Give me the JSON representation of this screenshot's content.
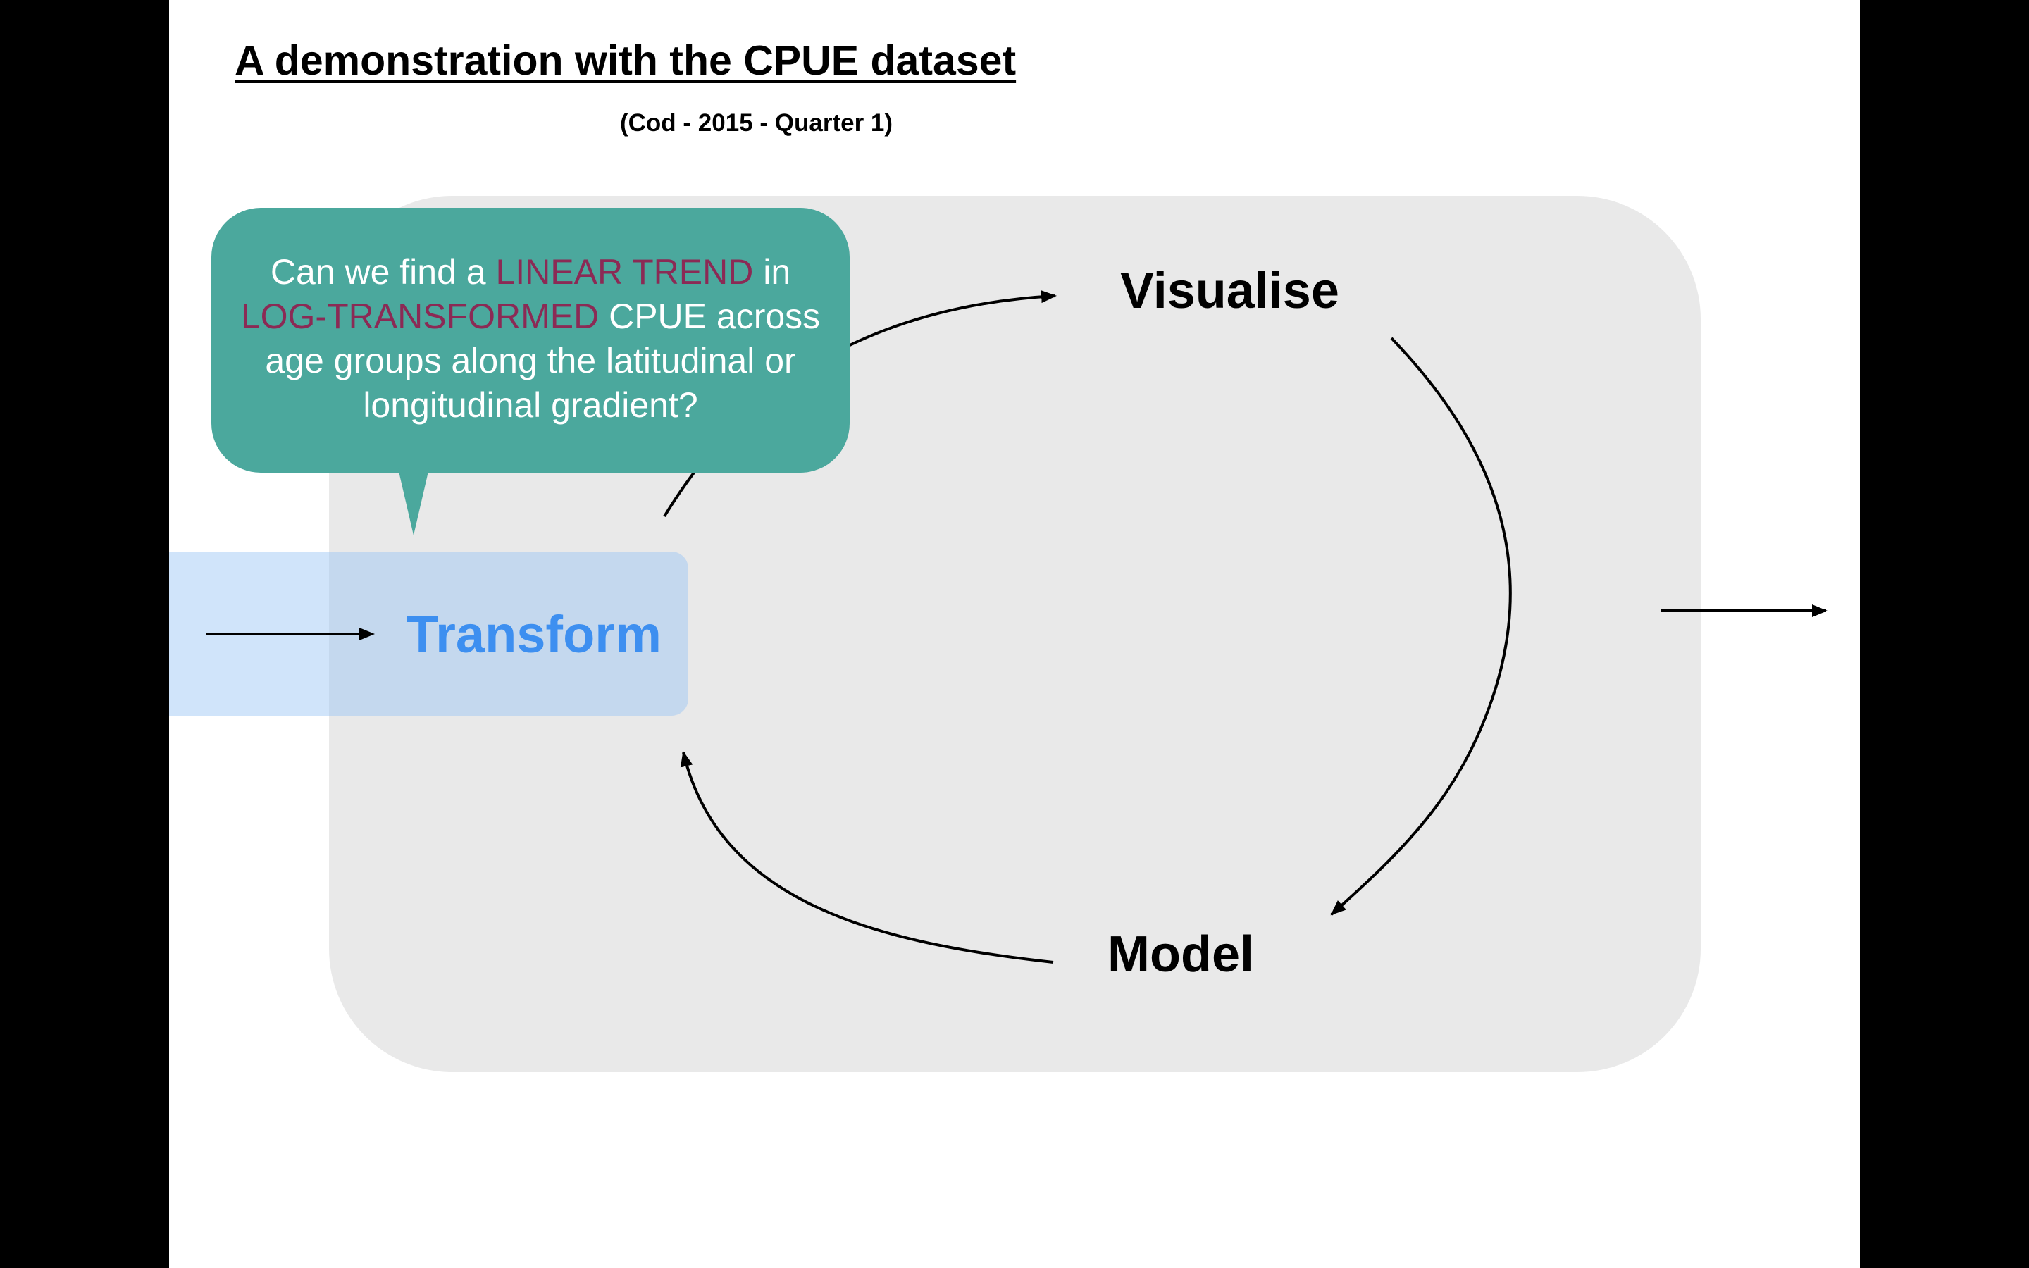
{
  "title": "A demonstration with the CPUE dataset",
  "subtitle": "(Cod - 2015 - Quarter 1)",
  "nodes": {
    "transform": "Transform",
    "visualise": "Visualise",
    "model": "Model"
  },
  "bubble": {
    "p1": "Can we find a ",
    "h1": "LINEAR TREND",
    "p2": " in",
    "h2": "LOG-TRANSFORMED",
    "p3": " CPUE across",
    "line3": "age groups along the latitudinal or",
    "line4": "longitudinal gradient?"
  },
  "colors": {
    "panel": "#e9e9e9",
    "bubble": "#4ba89d",
    "highlight": "#8b2a55",
    "transform": "#3d8ff0",
    "transform_box": "#96c4f5"
  }
}
